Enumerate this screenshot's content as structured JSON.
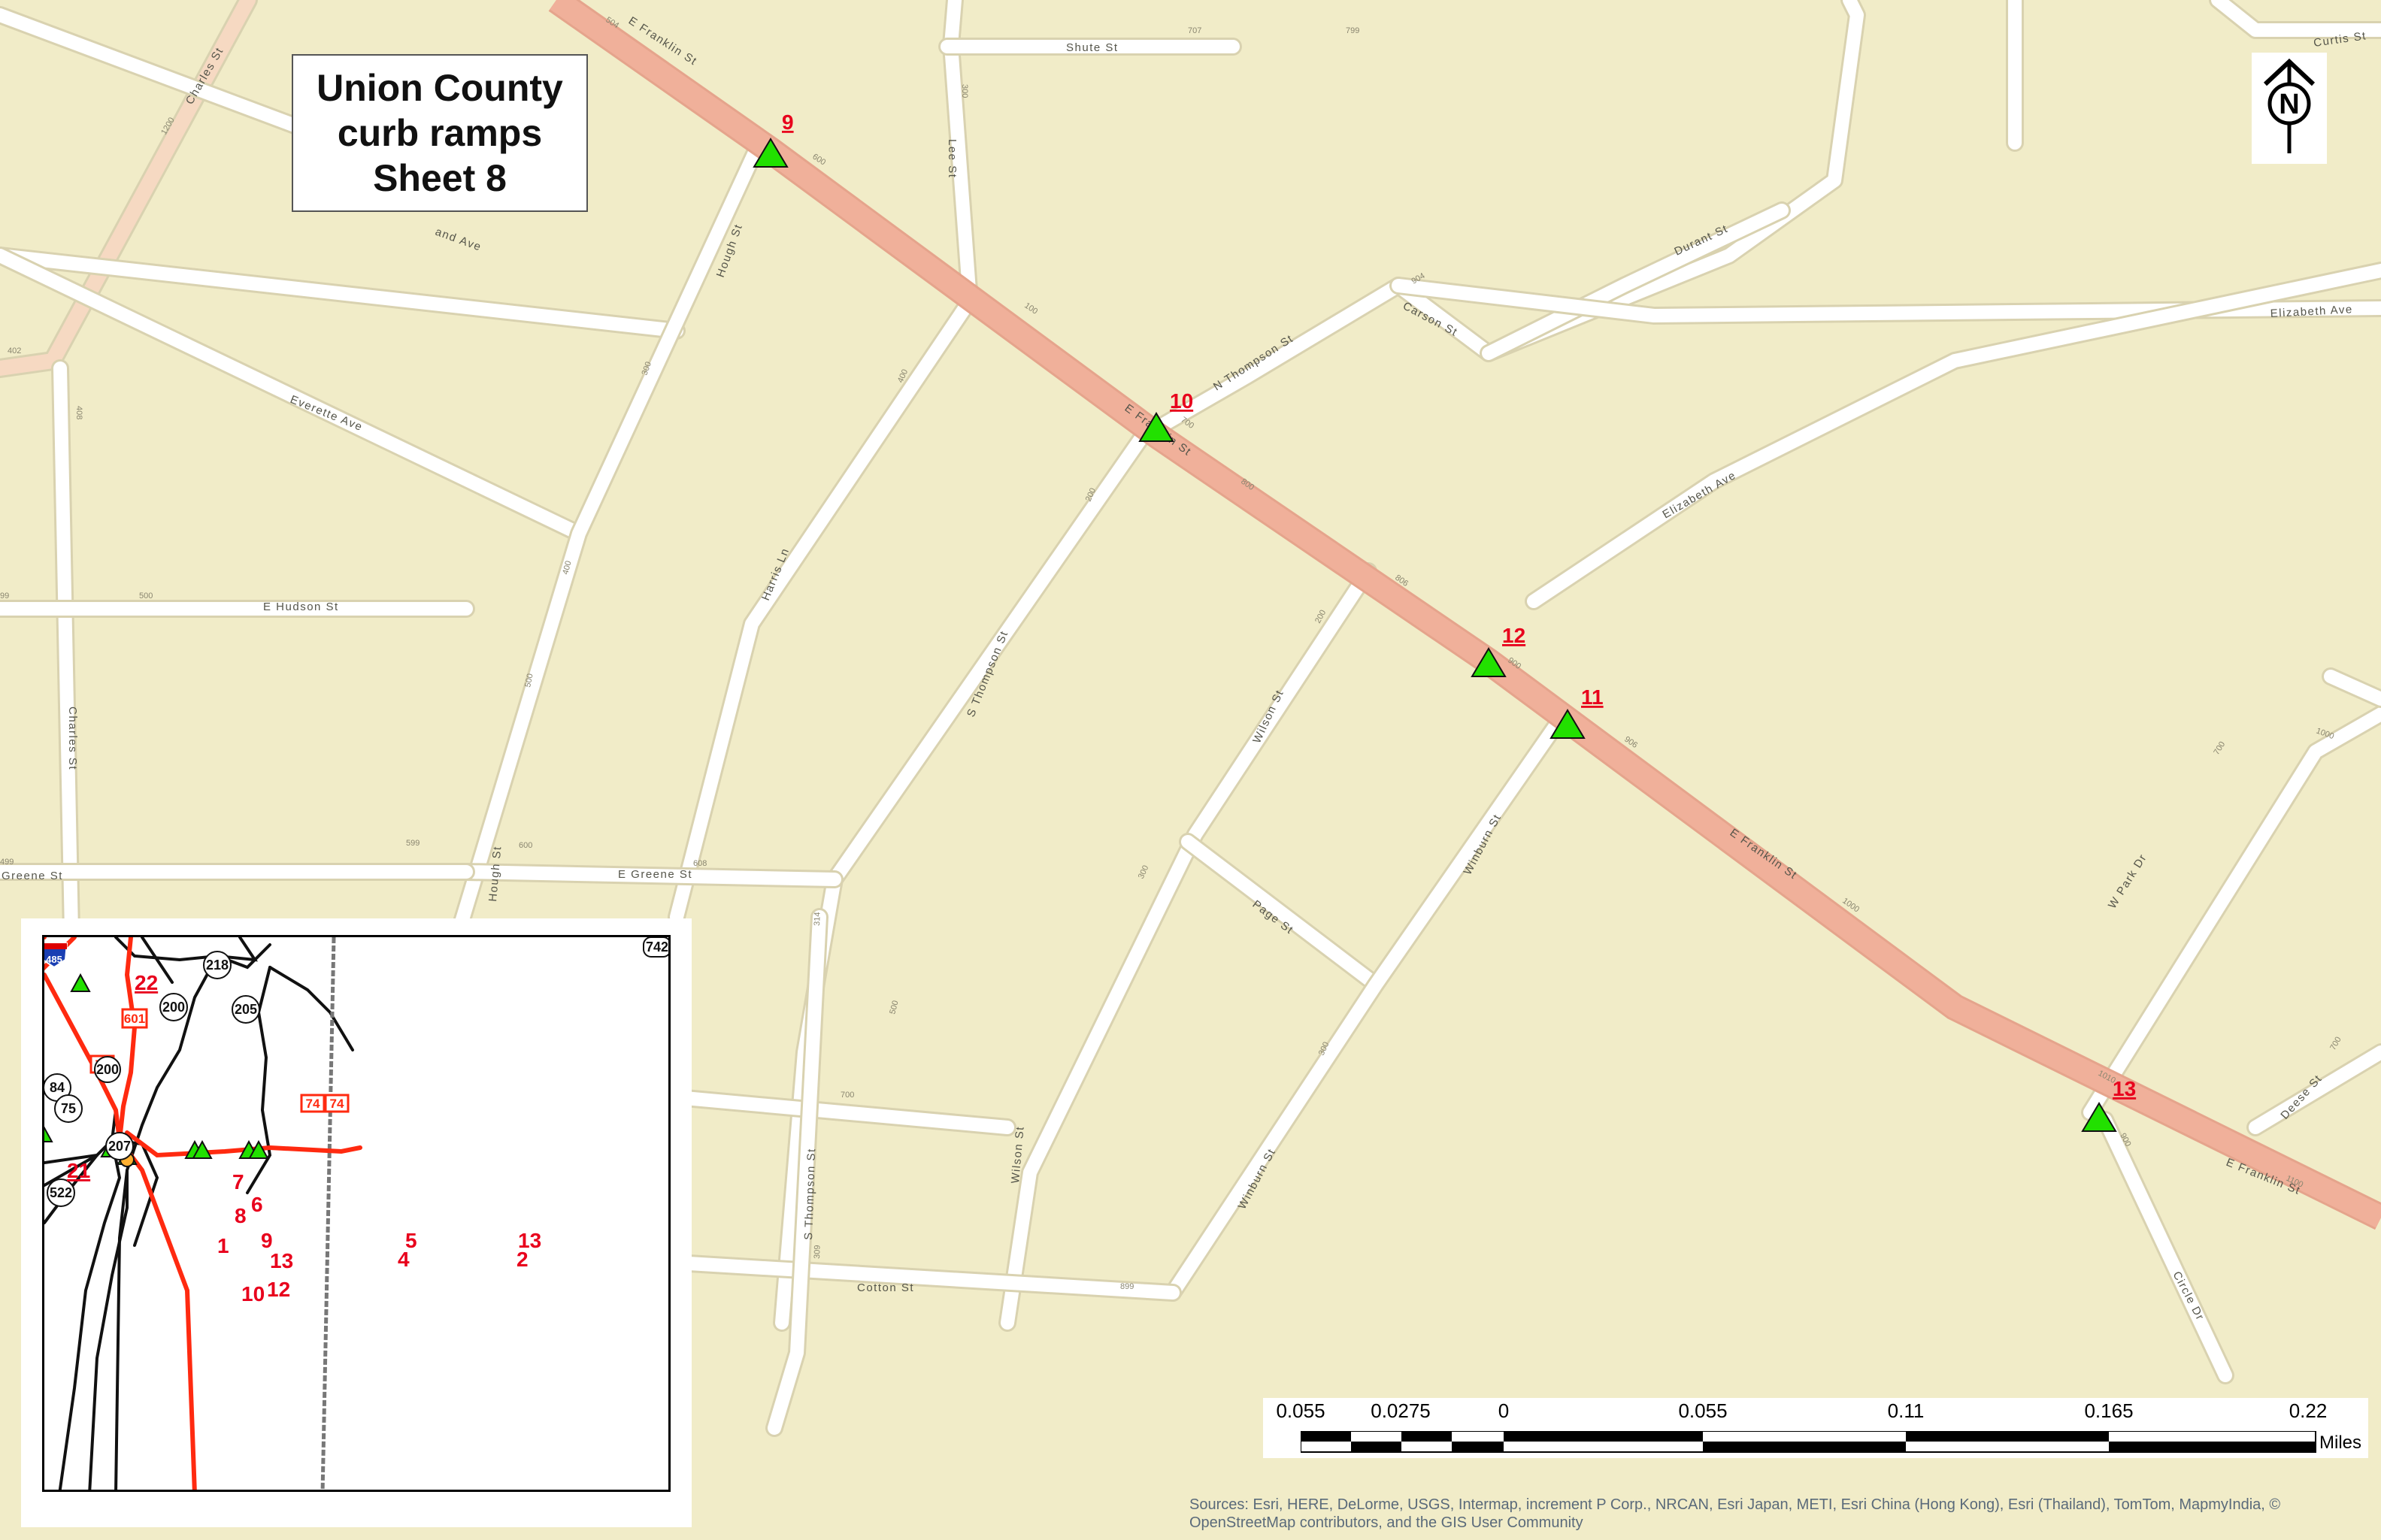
{
  "title": {
    "lines": [
      "Union County",
      "curb ramps",
      "Sheet 8"
    ]
  },
  "north_arrow": {
    "letter": "N",
    "icon": "north-arrow-icon"
  },
  "colors": {
    "land": "#f1ecc8",
    "road": "#ffffff",
    "highway": "#f0b09a",
    "ramp_marker": "#22e000",
    "ramp_label": "#e8001c",
    "inset_route": "#ff2a10"
  },
  "streets": {
    "e_franklin_1": "E Franklin St",
    "e_franklin_2": "E Franklin St",
    "e_franklin_3": "E Franklin St",
    "e_franklin_4": "E Franklin St",
    "shute": "Shute St",
    "charles_1": "Charles St",
    "charles_2": "Charles St",
    "lee": "Lee St",
    "hough_1": "Hough St",
    "hough_2": "Hough St",
    "and_ave": "and Ave",
    "everette": "Everette Ave",
    "e_hudson": "E Hudson St",
    "harris": "Harris Ln",
    "n_thompson": "N Thompson St",
    "carson": "Carson St",
    "durant": "Durant St",
    "elizabeth_1": "Elizabeth Ave",
    "elizabeth_2": "Elizabeth Ave",
    "s_thompson_1": "S Thompson St",
    "s_thompson_2": "S Thompson St",
    "wilson_1": "Wilson St",
    "wilson_2": "Wilson St",
    "winburn_1": "Winburn St",
    "winburn_2": "Winburn St",
    "page": "Page St",
    "e_greene": "E Greene St",
    "greene": "Greene St",
    "cotton": "Cotton St",
    "w_park": "W Park Dr",
    "deese": "Deese St",
    "circle": "Circle Dr",
    "curtis": "Curtis St"
  },
  "address_numbers": [
    "504",
    "707",
    "799",
    "300",
    "600",
    "100",
    "700",
    "800",
    "806",
    "900",
    "906",
    "1000",
    "1010",
    "1100",
    "1200",
    "300",
    "400",
    "500",
    "599",
    "600",
    "608",
    "314",
    "700",
    "899",
    "200",
    "300",
    "402",
    "408",
    "500",
    "99",
    "200",
    "300",
    "400",
    "500",
    "700",
    "1000",
    "700",
    "904",
    "900",
    "309",
    "499"
  ],
  "ramps": [
    {
      "label": "9"
    },
    {
      "label": "10"
    },
    {
      "label": "12"
    },
    {
      "label": "11"
    },
    {
      "label": "13"
    }
  ],
  "inset": {
    "labels": {
      "r22": "22",
      "r21": "21",
      "r7": "7",
      "r8": "8",
      "r6": "6",
      "r9": "9",
      "r13a": "13",
      "r10": "10",
      "r12": "12",
      "r1": "1",
      "r5": "5",
      "r4": "4",
      "r13b": "13",
      "r2": "2"
    },
    "shields": {
      "i485": "485",
      "s742": "742",
      "s218": "218",
      "s601": "601",
      "s200a": "200",
      "s205": "205",
      "s74a": "74",
      "s200b": "200",
      "s84": "84",
      "s75": "75",
      "s207": "207",
      "s522": "522",
      "s74b": "74",
      "s74c": "74"
    }
  },
  "scale_bar": {
    "ticks": [
      "0.055",
      "0.0275",
      "0",
      "0.055",
      "0.11",
      "0.165",
      "0.22"
    ],
    "units": "Miles"
  },
  "sources": "Sources: Esri, HERE, DeLorme, USGS, Intermap, increment P Corp., NRCAN, Esri Japan, METI, Esri China (Hong Kong), Esri (Thailand), TomTom, MapmyIndia, © OpenStreetMap contributors, and the GIS User Community"
}
